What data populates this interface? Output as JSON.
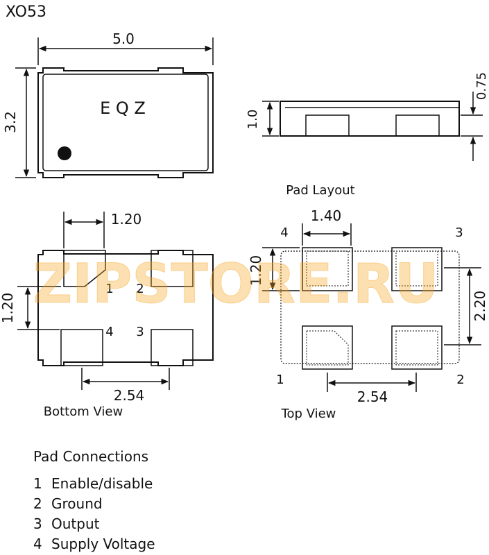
{
  "title": "XO53",
  "dimensions": {
    "width": "5.0",
    "height": "3.2",
    "thickness": "1.0",
    "offset": "0.75",
    "bottom_pad_width": "1.20",
    "bottom_pad_vertical": "1.20",
    "bottom_pitch": "2.54",
    "top_pad_width": "1.40",
    "top_pad_height": "1.20",
    "top_vertical_pitch": "2.20",
    "top_pitch": "2.54"
  },
  "marking": "E Q Z",
  "views": {
    "pad_layout": "Pad Layout",
    "bottom": "Bottom View",
    "top": "Top View"
  },
  "pins": {
    "p1": "1",
    "p2": "2",
    "p3": "3",
    "p4": "4"
  },
  "watermark": "ZIPSTORE.RU",
  "connections": {
    "title": "Pad Connections",
    "items": [
      {
        "num": "1",
        "label": "Enable/disable"
      },
      {
        "num": "2",
        "label": "Ground"
      },
      {
        "num": "3",
        "label": "Output"
      },
      {
        "num": "4",
        "label": "Supply Voltage"
      }
    ]
  }
}
